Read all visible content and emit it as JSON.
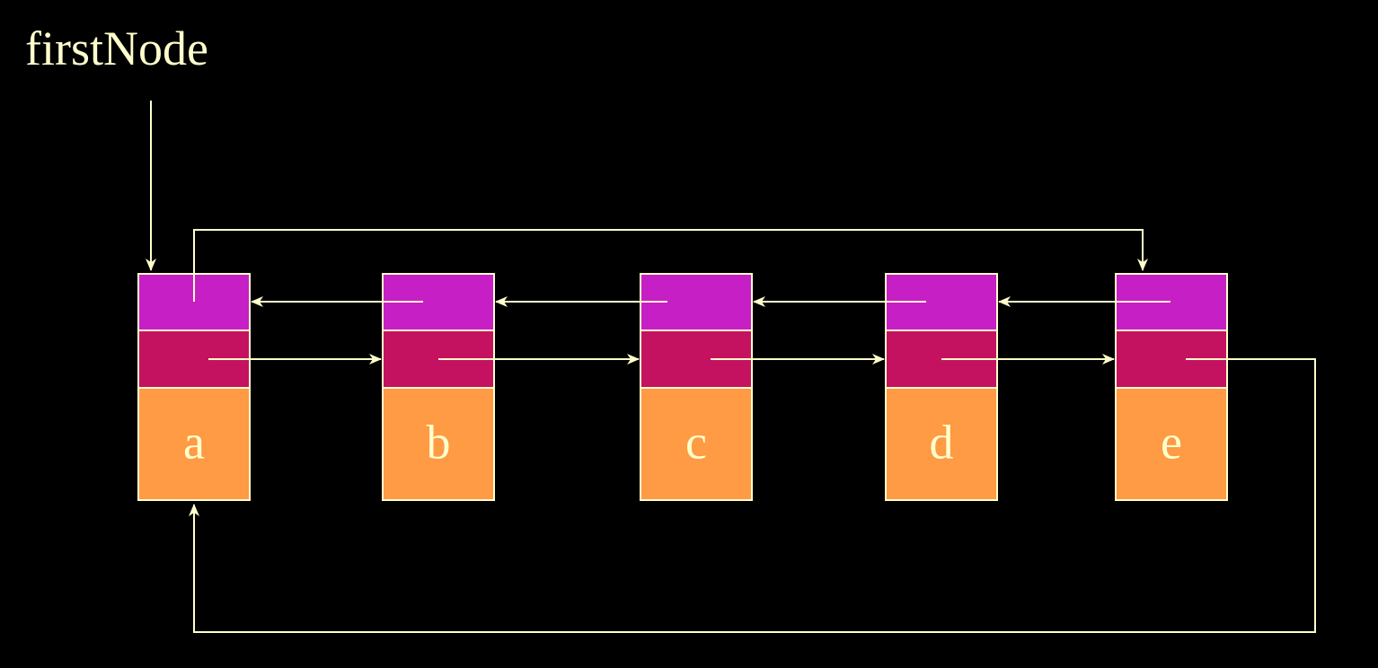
{
  "pointer_label": "firstNode",
  "nodes": [
    {
      "value": "a"
    },
    {
      "value": "b"
    },
    {
      "value": "c"
    },
    {
      "value": "d"
    },
    {
      "value": "e"
    }
  ],
  "colors": {
    "background": "#000000",
    "line": "#FFFFCC",
    "prev_cell": "#C71FC6",
    "next_cell": "#C51260",
    "data_cell": "#FF9A45",
    "text": "#FFFFCC"
  },
  "structure": {
    "type": "circular doubly linked list",
    "prev_links": [
      [
        "b",
        "a"
      ],
      [
        "c",
        "b"
      ],
      [
        "d",
        "c"
      ],
      [
        "e",
        "d"
      ]
    ],
    "next_links": [
      [
        "a",
        "b"
      ],
      [
        "b",
        "c"
      ],
      [
        "c",
        "d"
      ],
      [
        "d",
        "e"
      ]
    ],
    "wrap_prev": [
      "a",
      "e"
    ],
    "wrap_next": [
      "e",
      "a"
    ],
    "head": "a"
  }
}
